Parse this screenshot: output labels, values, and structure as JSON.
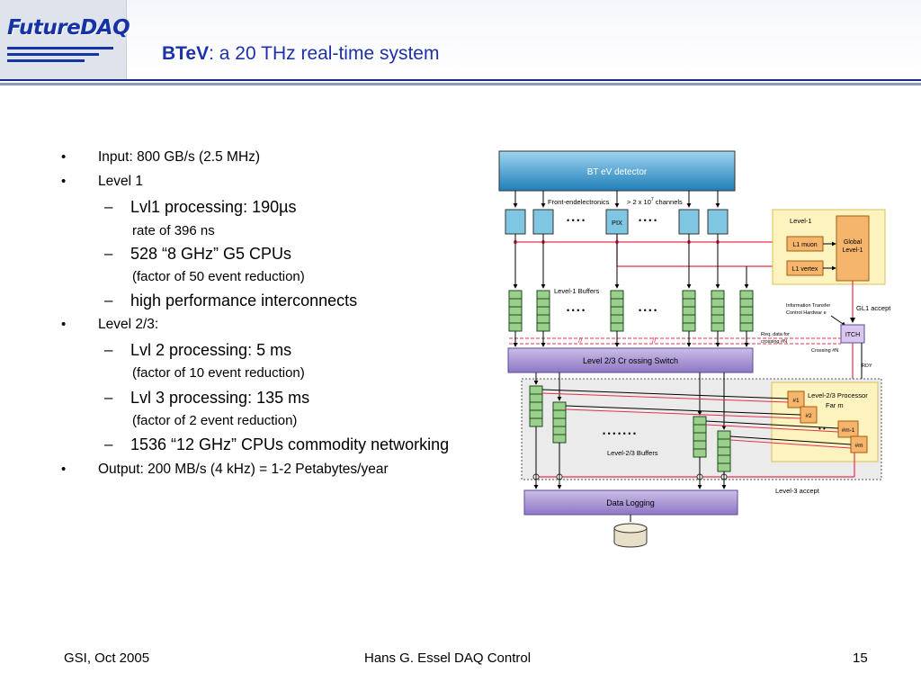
{
  "header": {
    "logo_text": "FutureDAQ",
    "title_bold": "BTeV",
    "title_rest": ": a 20 THz real-time system"
  },
  "bullets": [
    {
      "level": 1,
      "text": "Input: 800 GB/s (2.5 MHz)"
    },
    {
      "level": 1,
      "text": "Level 1"
    },
    {
      "level": 2,
      "text": "Lvl1 processing: 190µs"
    },
    {
      "level": 3,
      "text": "rate of 396 ns"
    },
    {
      "level": 2,
      "text": "528 “8 GHz” G5 CPUs"
    },
    {
      "level": 3,
      "text": "(factor of 50 event reduction)"
    },
    {
      "level": 2,
      "text": "high performance interconnects"
    },
    {
      "level": 1,
      "text": "Level 2/3:"
    },
    {
      "level": 2,
      "text": "Lvl 2 processing: 5 ms"
    },
    {
      "level": 3,
      "text": "(factor of 10 event reduction)"
    },
    {
      "level": 2,
      "text": "Lvl 3 processing: 135 ms"
    },
    {
      "level": 3,
      "text": "(factor of 2 event reduction)"
    },
    {
      "level": 2,
      "text": "1536 “12 GHz” CPUs commodity networking"
    },
    {
      "level": 1,
      "text": "Output: 200 MB/s (4 kHz) = 1-2 Petabytes/year"
    }
  ],
  "diagram": {
    "detector": "BT eV detector",
    "frontend": "Front-endelectronics",
    "channels": "> 2 x 10",
    "channels_exp": "7",
    "channels_suffix": " channels",
    "pix": "PIX",
    "dots": "• • • •",
    "level1_title": "Level-1",
    "l1_muon": "L1 muon",
    "l1_vertex": "L1 vertex",
    "global_l1_a": "Global",
    "global_l1_b": "Level-1",
    "level1_buffers": "Level-1 Buffers",
    "info_a": "Information Transfer",
    "info_b": "Control Hardwar e",
    "gl1_accept": "GL1 accept",
    "itch": "ITCH",
    "req_a": "Req. data for",
    "req_b": "crossing #N",
    "crossing_n": "Crossing #N",
    "rdy": "RDY",
    "switch": "Level 2/3 Cr ossing Switch",
    "farm_a": "Level-2/3 Processor",
    "farm_b": "Far m",
    "p1": "#1",
    "p2": "#2",
    "pm1": "#m-1",
    "pm": "#m",
    "buffers_dots": "• • • • • • •",
    "buffers23": "Level-2/3 Buffers",
    "level3_accept": "Level-3 accept",
    "data_logging": "Data Logging"
  },
  "footer": {
    "left": "GSI, Oct 2005",
    "center": "Hans G. Essel  DAQ Control",
    "right": "15"
  }
}
